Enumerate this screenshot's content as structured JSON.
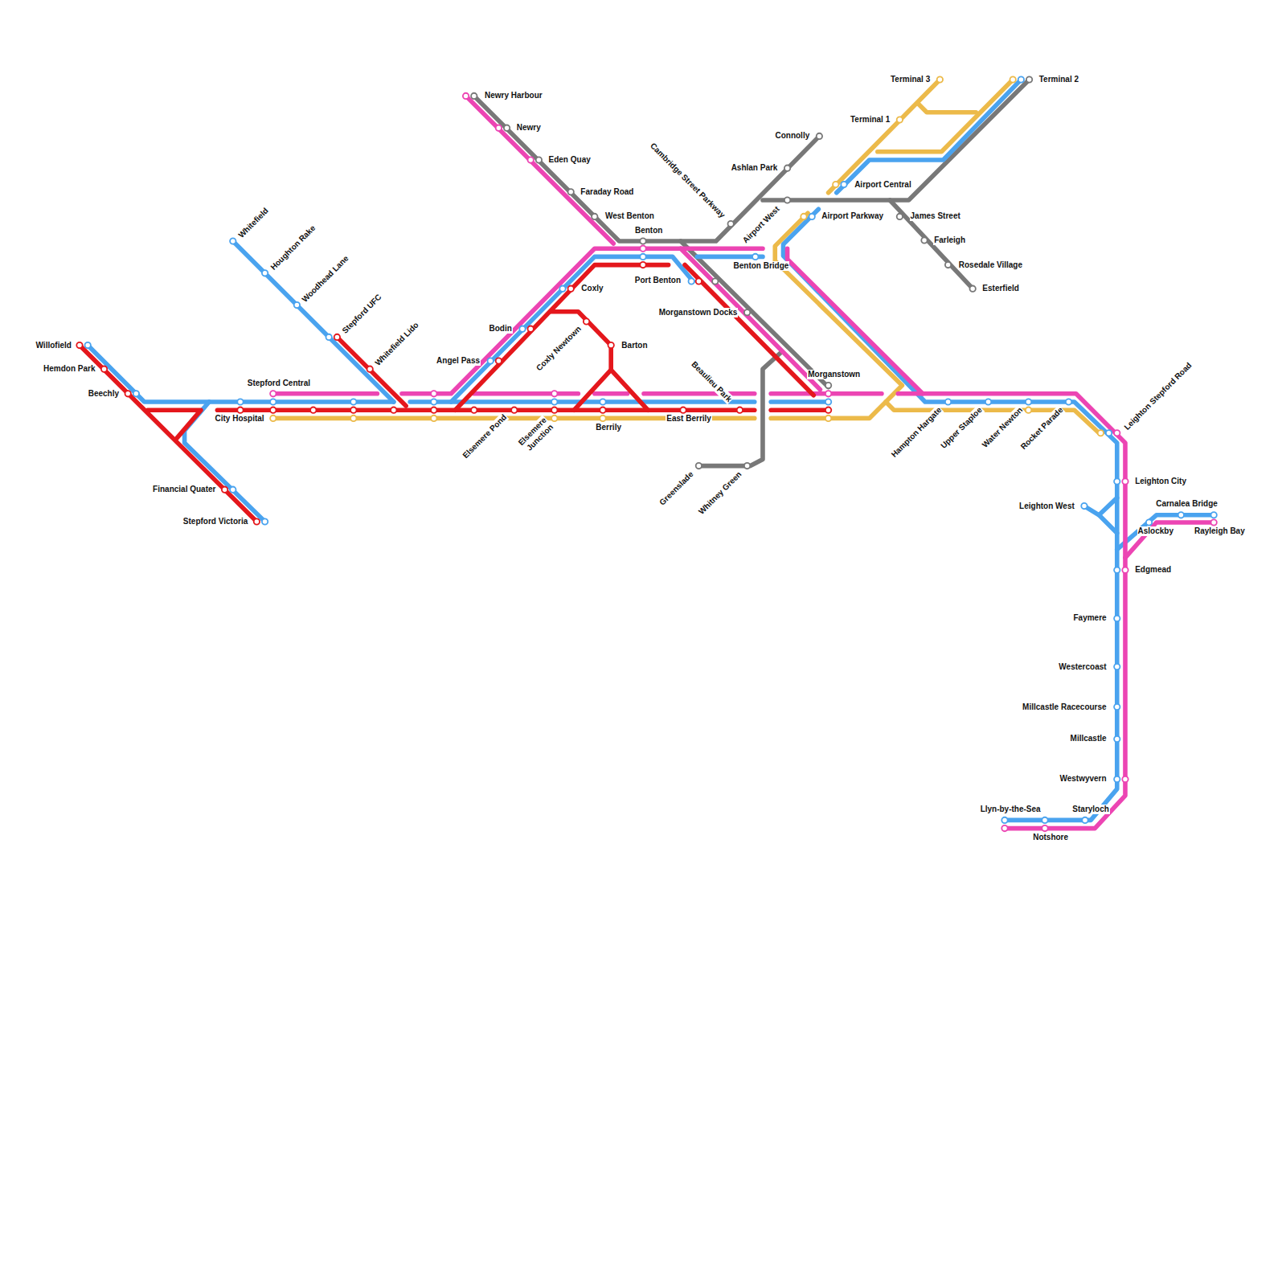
{
  "diagram": {
    "labels": [
      "Willofield",
      "Hemdon Park",
      "Beechly",
      "Stepford Central",
      "City Hospital",
      "Financial Quater",
      "Stepford Victoria",
      "Whitefield",
      "Houghton Rake",
      "Woodhead Lane",
      "Stepford UFC",
      "Whitefield Lido",
      "Newry Harbour",
      "Newry",
      "Eden Quay",
      "Faraday Road",
      "West Benton",
      "Benton",
      "Coxly",
      "Port Benton",
      "Bodin",
      "Angel Pass",
      "Coxly Newtown",
      "Barton",
      "Morganstown Docks",
      "Cambridge Street Parkway",
      "Benton Bridge",
      "Airport West",
      "Ashlan Park",
      "Connolly",
      "Airport Parkway",
      "Airport Central",
      "Terminal 1",
      "Terminal 3",
      "Terminal 2",
      "James Street",
      "Farleigh",
      "Rosedale Village",
      "Esterfield",
      "Morganstown",
      "Beaulieu Park",
      "Elsemere Pond",
      "Elsemere Junction",
      "Berrily",
      "East Berrily",
      "Greenslade",
      "Whitney Green",
      "Hampton Hargate",
      "Upper Staploe",
      "Water Newton",
      "Rocket Parade",
      "Leighton Stepford Road",
      "Leighton City",
      "Leighton West",
      "Carnalea Bridge",
      "Aslockby",
      "Rayleigh Bay",
      "Edgmead",
      "Faymere",
      "Westercoast",
      "Millcastle Racecourse",
      "Millcastle",
      "Westwyvern",
      "Llyn-by-the-Sea",
      "Staryloch",
      "Notshore"
    ]
  }
}
